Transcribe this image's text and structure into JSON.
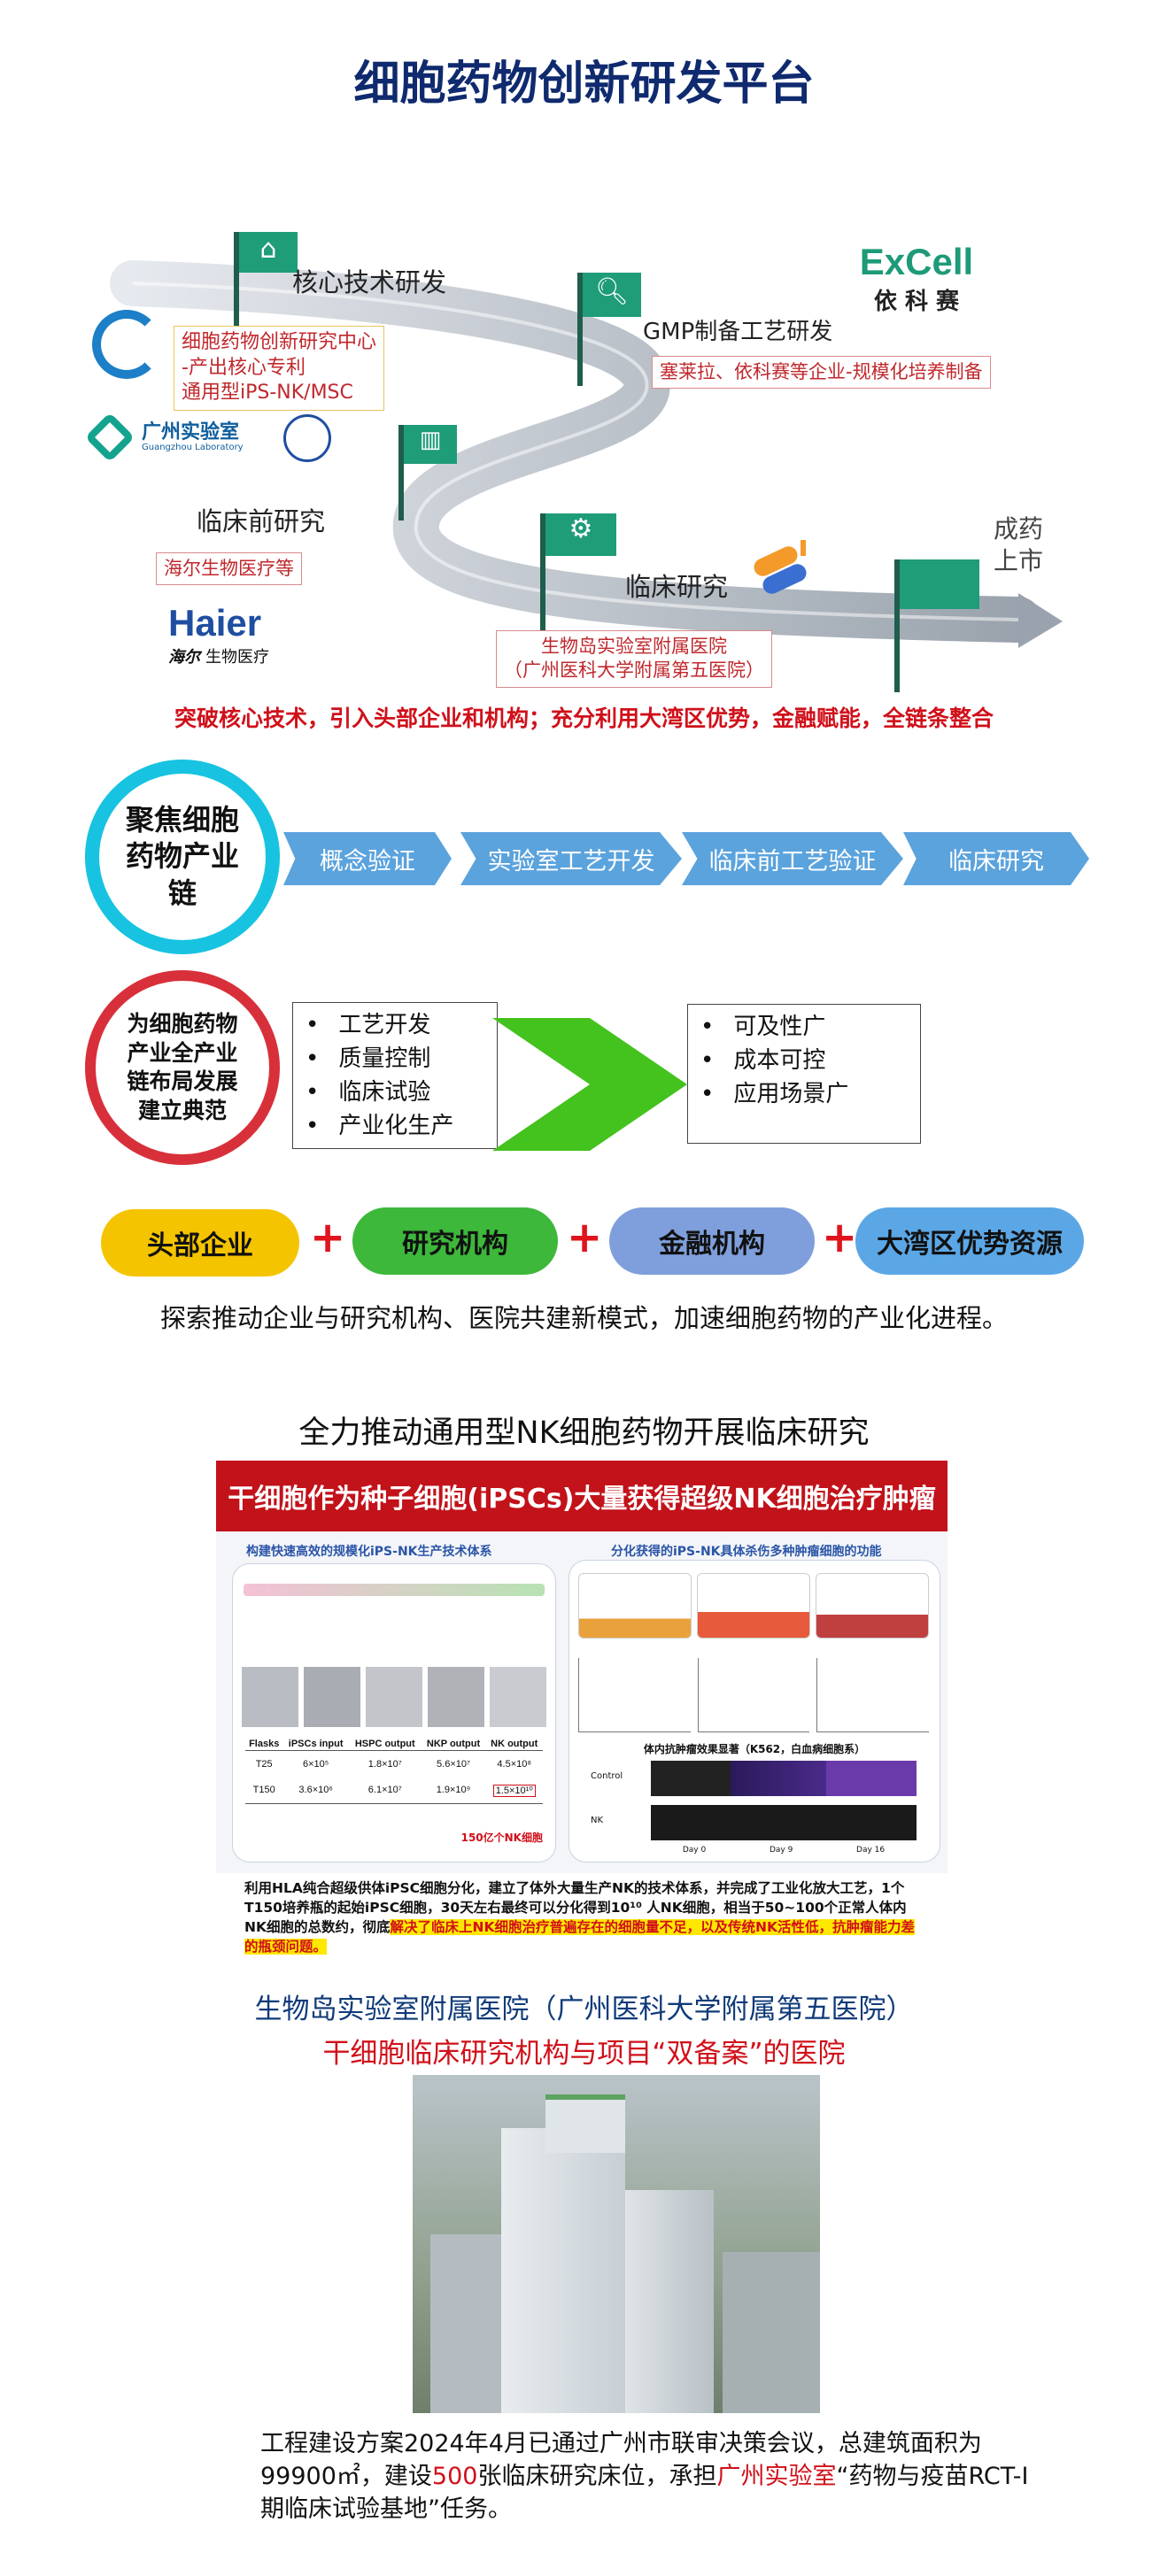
{
  "page": {
    "title": "细胞药物创新研发平台"
  },
  "roadmap": {
    "stage1": {
      "label": "核心技术研发",
      "box_lines": [
        "细胞药物创新研究中心",
        "-产出核心专利",
        "通用型iPS-NK/MSC"
      ]
    },
    "stage2": {
      "label": "GMP制备工艺研发",
      "box": "塞莱拉、依科赛等企业-规模化培养制备"
    },
    "stage3": {
      "label": "临床前研究",
      "box": "海尔生物医疗等"
    },
    "stage4": {
      "label": "临床研究",
      "box_lines": [
        "生物岛实验室附属医院",
        "（广州医科大学附属第五医院）"
      ]
    },
    "stage5": {
      "label_lines": [
        "成药",
        "上市"
      ]
    },
    "logos": {
      "excell_brand": "ExCell",
      "excell_cn": "依 科 赛",
      "gz_lab_cn": "广州实验室",
      "gz_lab_en": "Guangzhou Laboratory",
      "haier_en": "Haier",
      "haier_cn_sign": "海尔",
      "haier_cn": "生物医疗"
    },
    "summary": "突破核心技术，引入头部企业和机构；充分利用大湾区优势，金融赋能，全链条整合"
  },
  "chain": {
    "circle_label": "聚焦细胞药物产业链",
    "steps": [
      "概念验证",
      "实验室工艺开发",
      "临床前工艺验证",
      "临床研究"
    ]
  },
  "model": {
    "circle_label": "为细胞药物产业全产业链布局发展建立典范",
    "left_items": [
      "工艺开发",
      "质量控制",
      "临床试验",
      "产业化生产"
    ],
    "right_items": [
      "可及性广",
      "成本可控",
      "应用场景广"
    ]
  },
  "resources": {
    "pills": [
      "头部企业",
      "研究机构",
      "金融机构",
      "大湾区优势资源"
    ],
    "pill_colors": [
      "#f5c400",
      "#3db83a",
      "#7f9fdc",
      "#5ba7e6"
    ],
    "plus": "+",
    "statement": "探索推动企业与研究机构、医院共建新模式，加速细胞药物的产业化进程。"
  },
  "nk": {
    "heading": "全力推动通用型NK细胞药物开展临床研究",
    "banner": "干细胞作为种子细胞(iPSCs)大量获得超级NK细胞治疗肿瘤",
    "left_panel_title": "构建快速高效的规模化iPS-NK生产技术体系",
    "right_panel_title": "分化获得的iPS-NK具体杀伤多种肿瘤细胞的功能",
    "table": {
      "headers": [
        "Flasks",
        "iPSCs input",
        "HSPC output",
        "NKP output",
        "NK output"
      ],
      "rows": [
        [
          "T25",
          "6×10⁵",
          "1.8×10⁷",
          "5.6×10⁷",
          "4.5×10⁸"
        ],
        [
          "T150",
          "3.6×10⁶",
          "6.1×10⁷",
          "1.9×10⁹",
          "1.5×10¹⁰"
        ]
      ],
      "note": "150亿个NK细胞"
    },
    "mouse_title": "体内抗肿瘤效果显著（K562，白血病细胞系）",
    "mouse_rows": [
      "Control",
      "NK"
    ],
    "day_labels": [
      "Day 0",
      "Day 9",
      "Day 16"
    ],
    "para_normal": "利用HLA纯合超级供体iPSC细胞分化，建立了体外大量生产NK的技术体系，并完成了工业化放大工艺，1个T150培养瓶的起始iPSC细胞，30天左右最终可以分化得到10¹⁰ 人NK细胞，相当于50~100个正常人体内NK细胞的总数约，彻底",
    "para_highlight": "解决了临床上NK细胞治疗普遍存在的细胞量不足，以及传统NK活性低，抗肿瘤能力差的瓶颈问题。"
  },
  "hospital": {
    "title1": "生物岛实验室附属医院（广州医科大学附属第五医院）",
    "title2": "干细胞临床研究机构与项目“双备案”的医院",
    "text_a": "工程建设方案2024年4月已通过广州市联审决策会议，总建筑面积为99900㎡，建设",
    "text_num": "500",
    "text_b": "张临床研究床位，承担",
    "text_lab": "广州实验室",
    "text_c": "“药物与疫苗RCT-I期临床试验基地”任务。"
  }
}
